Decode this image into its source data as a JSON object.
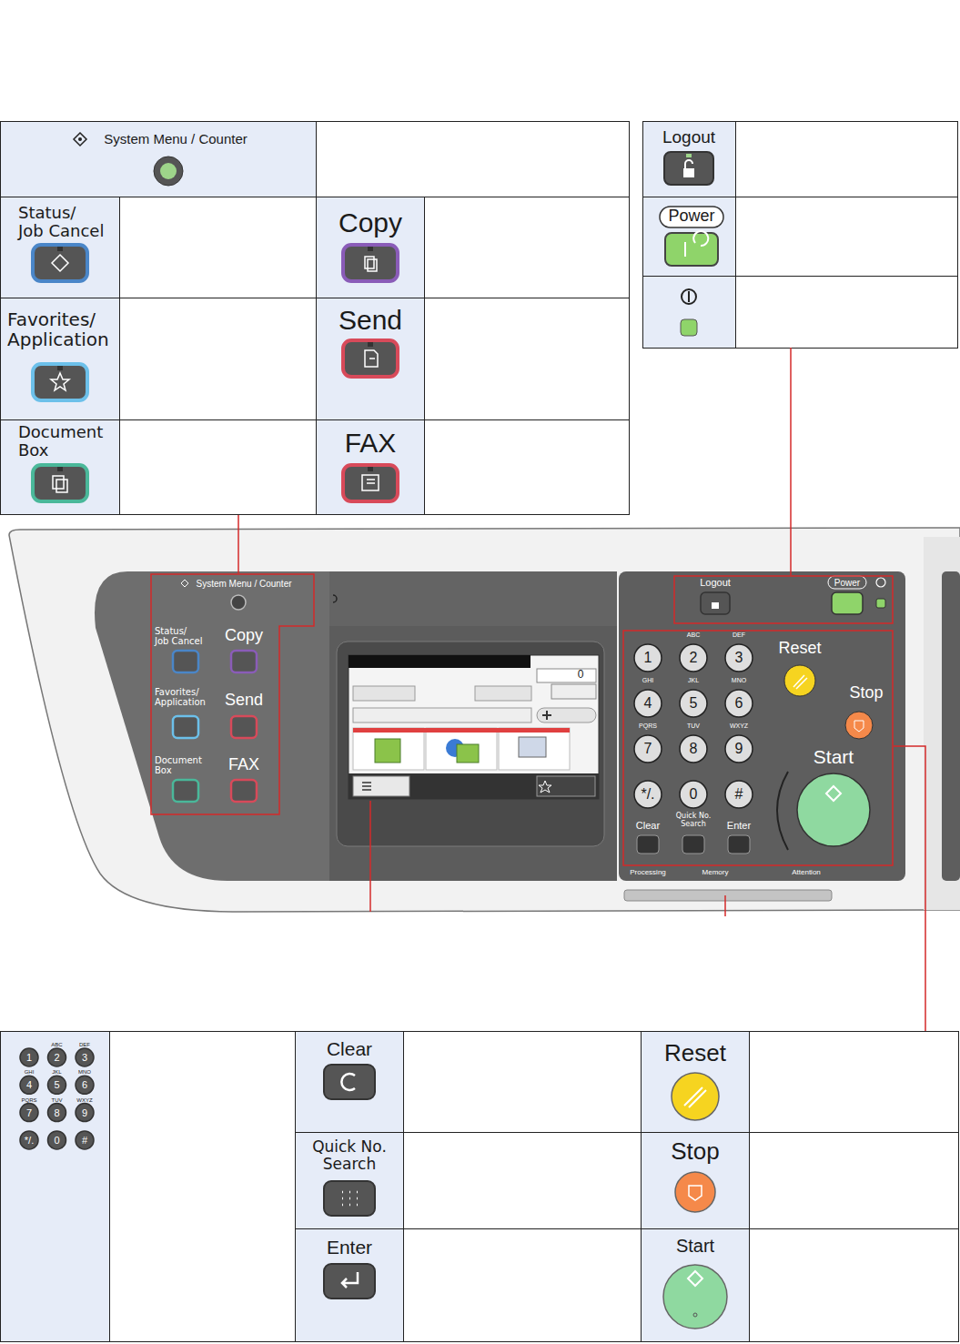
{
  "diagram": {
    "nodes": [
      {
        "text": []
      },
      {
        "text": [
          "System Menu / Counter"
        ],
        "in": 0
      },
      {
        "text": [
          "Status/ Job Cancel"
        ],
        "in": 0
      },
      {
        "text": [
          "Copy"
        ],
        "in": 0
      },
      {
        "text": [
          "Favorites/ Application"
        ],
        "in": 0
      },
      {
        "text": [
          "Send"
        ],
        "in": 0
      },
      {
        "text": [
          "Document Box"
        ],
        "in": 0
      },
      {
        "text": [
          "FAX"
        ],
        "in": 0
      },
      {
        "text": []
      },
      {
        "text": [
          "Logout"
        ],
        "in": 8
      },
      {
        "text": [
          "Power"
        ],
        "in": 8
      },
      {
        "text": [
          "System Menu / Counter",
          "Status/ Job Cancel",
          "Copy",
          "Favorites/ Application",
          "Send",
          "Document Box",
          "FAX"
        ]
      },
      {
        "text": [
          "Logout",
          "Power"
        ]
      },
      {
        "text": [
          "ABC",
          "DEF",
          "1",
          "2",
          "3",
          "GHI",
          "JKL",
          "MNO",
          "4",
          "5",
          "6",
          "PQRS",
          "TUV",
          "WXYZ",
          "7",
          "8",
          "9",
          "*/.",
          "0",
          "#",
          "Reset",
          "Stop",
          "Start",
          "Clear",
          "Quick No. Search",
          "Enter"
        ]
      },
      {
        "text": []
      },
      {
        "text": [
          "ABC",
          "DEF",
          "1",
          "2",
          "3",
          "GHI",
          "JKL",
          "MNO",
          "4",
          "5",
          "6",
          "PQRS",
          "TUV",
          "WXYZ",
          "7",
          "8",
          "9",
          "*/.",
          "0",
          "#"
        ],
        "in": 14
      },
      {
        "text": [
          "Clear"
        ],
        "in": 14
      },
      {
        "text": [
          "Quick No. Search"
        ],
        "in": 14
      },
      {
        "text": [
          "Enter"
        ],
        "in": 14
      },
      {
        "text": [
          "Reset"
        ],
        "in": 14
      },
      {
        "text": [
          "Stop"
        ],
        "in": 14
      },
      {
        "text": [
          "Start"
        ],
        "in": 14
      }
    ],
    "edges": [
      {
        "from": 0,
        "to": 11,
        "arrow": "none"
      },
      {
        "from": 8,
        "to": 12,
        "arrow": "none"
      },
      {
        "from": 14,
        "to": 13,
        "arrow": "none"
      }
    ],
    "labels": [
      "0",
      "Processing",
      "Memory",
      "Attention"
    ]
  }
}
